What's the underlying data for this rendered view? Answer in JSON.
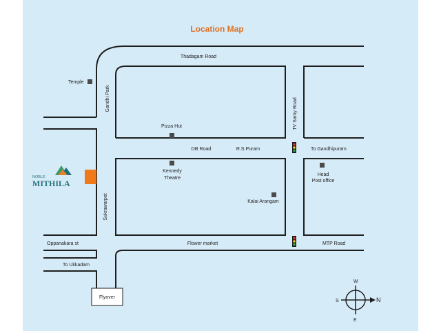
{
  "colors": {
    "background": "#d6ebf8",
    "road_line": "#1e1e1e",
    "title": "#e07020",
    "marker_orange": "#f07a1a",
    "poi_square": "#4a4a4a",
    "brand_green": "#3b9a6b",
    "brand_teal": "#1b6f78",
    "brand_orange": "#e8802a",
    "brand_text": "#27727a"
  },
  "map": {
    "title": "Location Map",
    "roads": {
      "thadagam": "Thadagam Road",
      "gandhi_park": "Gandhi Park",
      "tv_samy": "TV Samy Road",
      "db_road": "DB Road",
      "rs_puram": "R.S.Puram",
      "gandhipuram": "To  Gandhipuram",
      "sukrawarpet": "Sukrawarpet",
      "oppanakara": "Oppanakara st",
      "flower_market": "Flower market",
      "mtp_road": "MTP Road",
      "ukkadam": "To Ukkadam"
    },
    "landmarks": {
      "temple": "Temple",
      "pizza_hut": "Pizza Hut",
      "kennedy_1": "Kennedy",
      "kennedy_2": "Theatre",
      "kalai": "Kalai Arangam",
      "head_post_1": "Head",
      "head_post_2": "Post office",
      "flyover": "Flyover"
    },
    "brand": {
      "small": "NOBLE",
      "name": "MITHILA"
    },
    "compass": {
      "n": "N",
      "s": "S",
      "e": "E",
      "w": "W"
    }
  }
}
